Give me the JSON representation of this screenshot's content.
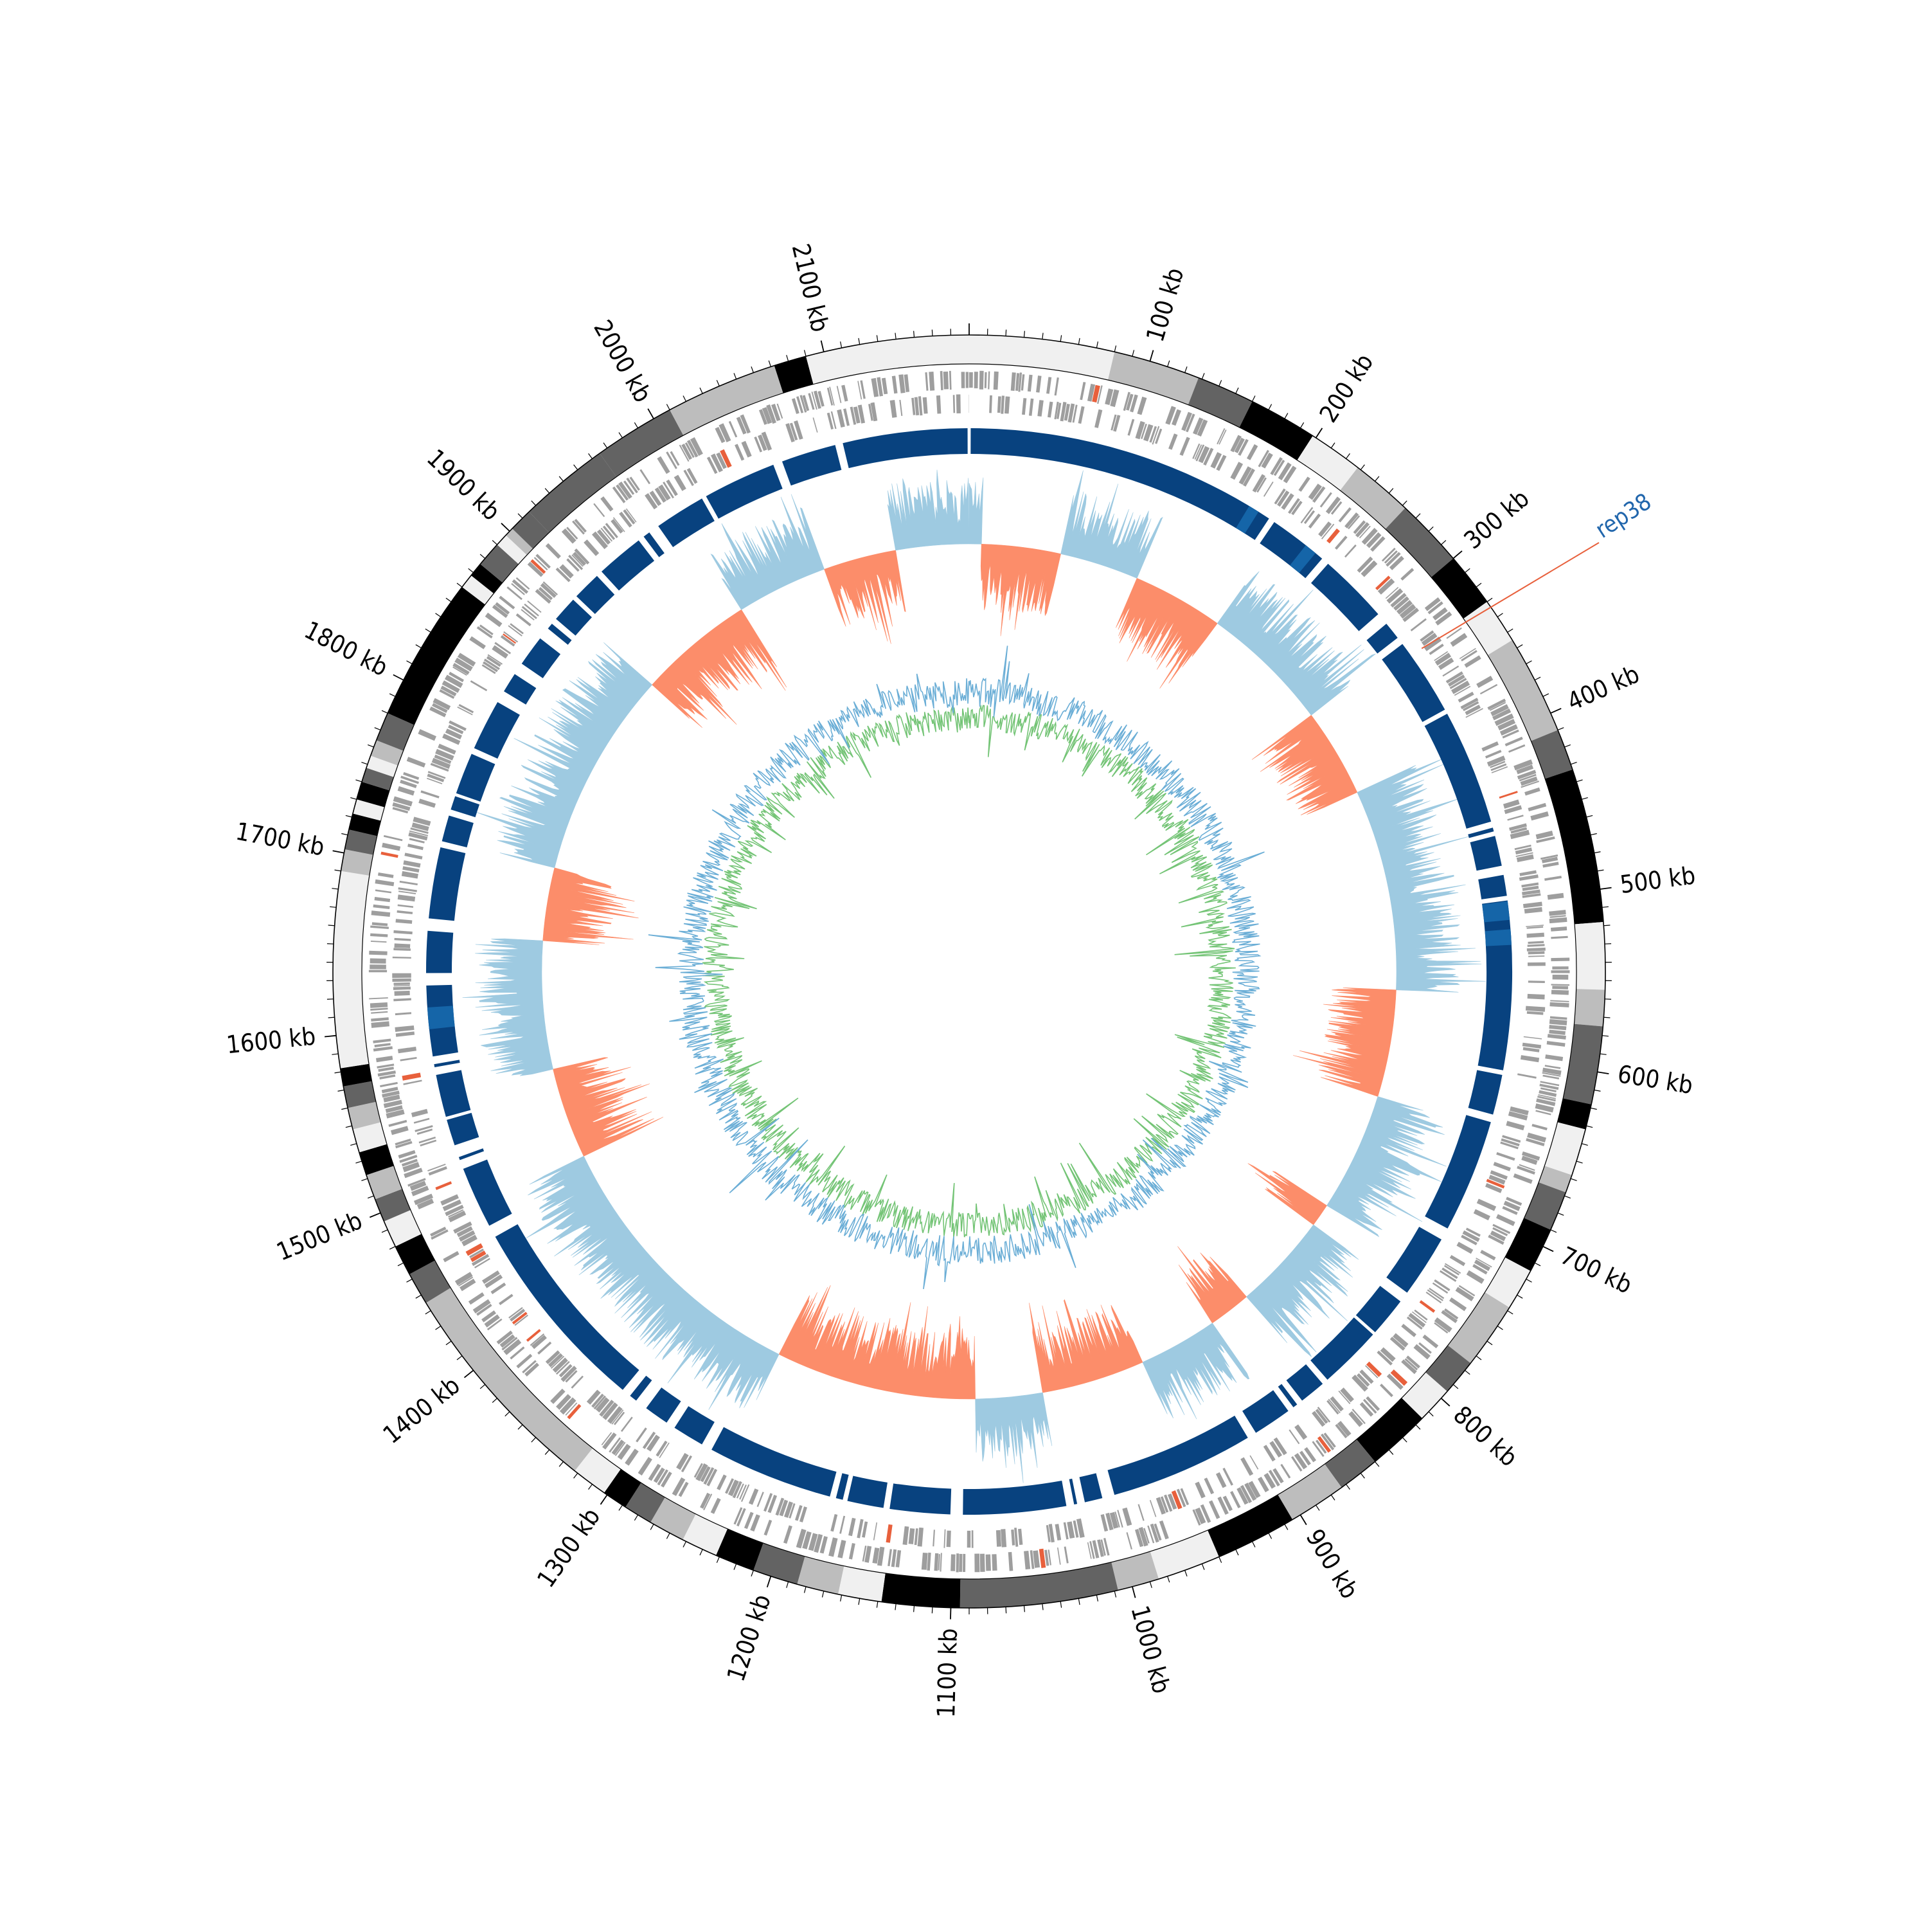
{
  "genome": {
    "total_kb": 2180,
    "ticks_kb": [
      100,
      200,
      300,
      400,
      500,
      600,
      700,
      800,
      900,
      1000,
      1100,
      1200,
      1300,
      1400,
      1500,
      1600,
      1700,
      1800,
      1900,
      2000,
      2100
    ],
    "tick_unit": "kb",
    "minor_tick_kb": 10
  },
  "annotation": {
    "label": "rep38",
    "position_kb": 330,
    "label_color": "#2166ac",
    "line_color": "#e8603c"
  },
  "colors": {
    "ideogram": [
      "#f0f0f0",
      "#bdbdbd",
      "#636363",
      "#000000"
    ],
    "gene": "#9e9e9e",
    "gene_highlight": "#e8603c",
    "blocks": "#08427f",
    "blocks_light": "#1565a8",
    "skew_pos": "#9ecae1",
    "skew_neg": "#fc8d6a",
    "inner_a": "#6baed6",
    "inner_b": "#74c476"
  },
  "ideogram_bands": [
    [
      0,
      80,
      0
    ],
    [
      80,
      128,
      1
    ],
    [
      128,
      160,
      2
    ],
    [
      160,
      198,
      3
    ],
    [
      198,
      228,
      0
    ],
    [
      228,
      262,
      1
    ],
    [
      262,
      300,
      2
    ],
    [
      300,
      330,
      3
    ],
    [
      330,
      355,
      0
    ],
    [
      355,
      410,
      1
    ],
    [
      410,
      433,
      2
    ],
    [
      433,
      518,
      3
    ],
    [
      518,
      555,
      0
    ],
    [
      555,
      575,
      1
    ],
    [
      575,
      618,
      2
    ],
    [
      618,
      632,
      3
    ],
    [
      632,
      658,
      0
    ],
    [
      658,
      668,
      1
    ],
    [
      668,
      690,
      2
    ],
    [
      690,
      715,
      3
    ],
    [
      715,
      738,
      0
    ],
    [
      738,
      775,
      1
    ],
    [
      775,
      795,
      2
    ],
    [
      795,
      815,
      0
    ],
    [
      815,
      850,
      3
    ],
    [
      850,
      873,
      2
    ],
    [
      873,
      905,
      1
    ],
    [
      905,
      950,
      3
    ],
    [
      950,
      985,
      0
    ],
    [
      985,
      1008,
      1
    ],
    [
      1008,
      1095,
      2
    ],
    [
      1095,
      1138,
      3
    ],
    [
      1138,
      1162,
      0
    ],
    [
      1162,
      1185,
      1
    ],
    [
      1185,
      1210,
      2
    ],
    [
      1210,
      1232,
      3
    ],
    [
      1232,
      1252,
      0
    ],
    [
      1252,
      1272,
      1
    ],
    [
      1272,
      1288,
      2
    ],
    [
      1288,
      1302,
      3
    ],
    [
      1302,
      1322,
      0
    ],
    [
      1322,
      1445,
      1
    ],
    [
      1445,
      1463,
      2
    ],
    [
      1463,
      1480,
      3
    ],
    [
      1480,
      1495,
      0
    ],
    [
      1495,
      1508,
      2
    ],
    [
      1508,
      1522,
      1
    ],
    [
      1522,
      1535,
      3
    ],
    [
      1535,
      1548,
      0
    ],
    [
      1548,
      1560,
      1
    ],
    [
      1560,
      1572,
      2
    ],
    [
      1572,
      1582,
      3
    ],
    [
      1582,
      1690,
      0
    ],
    [
      1690,
      1702,
      1
    ],
    [
      1702,
      1713,
      2
    ],
    [
      1713,
      1722,
      3
    ],
    [
      1722,
      1730,
      0
    ],
    [
      1730,
      1740,
      3
    ],
    [
      1740,
      1748,
      2
    ],
    [
      1748,
      1755,
      0
    ],
    [
      1755,
      1764,
      1
    ],
    [
      1764,
      1780,
      2
    ],
    [
      1780,
      1860,
      3
    ],
    [
      1860,
      1868,
      0
    ],
    [
      1868,
      1876,
      3
    ],
    [
      1876,
      1890,
      2
    ],
    [
      1890,
      1897,
      0
    ],
    [
      1897,
      1902,
      1
    ],
    [
      1902,
      1915,
      2
    ],
    [
      1915,
      1965,
      2
    ],
    [
      1965,
      2010,
      2
    ],
    [
      2010,
      2072,
      1
    ],
    [
      2072,
      2090,
      3
    ],
    [
      2090,
      2180,
      0
    ]
  ],
  "block_gaps_kb": [
    205,
    248,
    300,
    318,
    372,
    450,
    456,
    480,
    498,
    610,
    640,
    720,
    768,
    798,
    842,
    863,
    870,
    900,
    1000,
    1018,
    1025,
    1098,
    1143,
    1170,
    1178,
    1265,
    1292,
    1315,
    1327,
    1462,
    1509,
    1518,
    1540,
    1571,
    1578,
    1630,
    1665,
    1717,
    1738,
    1750,
    1780,
    1819,
    1840,
    1868,
    1878,
    1898,
    1920,
    1955,
    1965,
    2003,
    2055,
    2096
  ],
  "skew_segments": [
    [
      0,
      10,
      1
    ],
    [
      10,
      75,
      -1
    ],
    [
      75,
      140,
      1
    ],
    [
      140,
      215,
      -1
    ],
    [
      215,
      322,
      1
    ],
    [
      322,
      395,
      -1
    ],
    [
      395,
      560,
      1
    ],
    [
      560,
      648,
      -1
    ],
    [
      648,
      746,
      1
    ],
    [
      746,
      765,
      -1
    ],
    [
      765,
      845,
      1
    ],
    [
      845,
      880,
      -1
    ],
    [
      880,
      945,
      1
    ],
    [
      945,
      1030,
      -1
    ],
    [
      1030,
      1085,
      1
    ],
    [
      1085,
      1250,
      -1
    ],
    [
      1250,
      1480,
      1
    ],
    [
      1480,
      1555,
      -1
    ],
    [
      1555,
      1660,
      1
    ],
    [
      1660,
      1720,
      -1
    ],
    [
      1720,
      1890,
      1
    ],
    [
      1890,
      1985,
      -1
    ],
    [
      1985,
      2060,
      1
    ],
    [
      2060,
      2120,
      -1
    ],
    [
      2120,
      2180,
      1
    ]
  ]
}
